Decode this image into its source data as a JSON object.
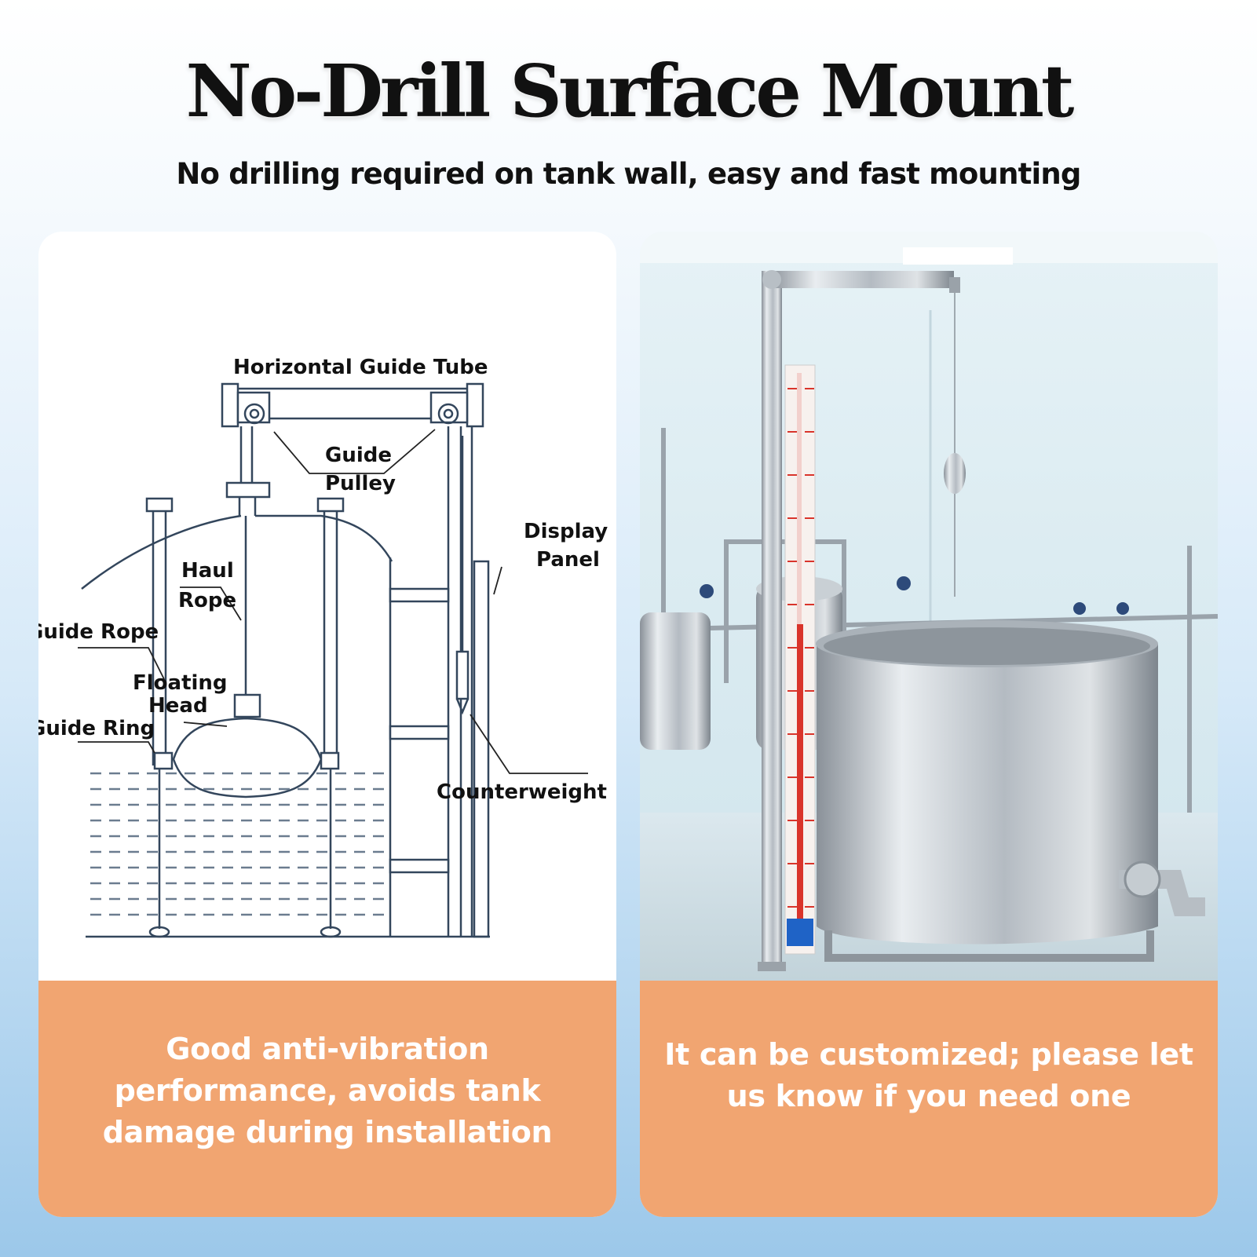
{
  "header": {
    "title": "No-Drill Surface Mount",
    "subtitle": "No drilling required on tank wall, easy and fast mounting"
  },
  "left_panel": {
    "diagram_labels": {
      "horizontal_guide_tube": "Horizontal Guide Tube",
      "guide_pulley_line1": "Guide",
      "guide_pulley_line2": "Pulley",
      "display_panel_line1": "Display",
      "display_panel_line2": "Panel",
      "haul_rope_line1": "Haul",
      "haul_rope_line2": "Rope",
      "guide_rope": "Guide Rope",
      "floating_head_line1": "Floating",
      "floating_head_line2": "Head",
      "guide_ring": "Guide Ring",
      "counterweight": "Counterweight"
    },
    "caption": "Good anti-vibration performance, avoids tank damage during installation"
  },
  "right_panel": {
    "caption": "It can be customized; please let us know if you need one"
  },
  "colors": {
    "caption_bg": "#f1a571",
    "gauge_red": "#d9342b",
    "gauge_blue": "#1f63c6"
  }
}
